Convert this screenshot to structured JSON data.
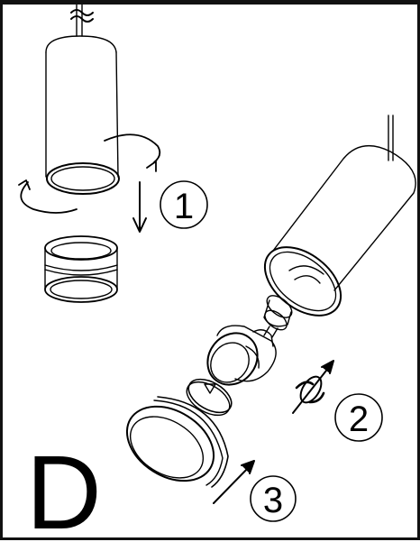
{
  "panel": {
    "letter": "D",
    "line_color": "#000000",
    "background": "#ffffff"
  },
  "steps": [
    {
      "number": "1"
    },
    {
      "number": "2"
    },
    {
      "number": "3"
    }
  ]
}
